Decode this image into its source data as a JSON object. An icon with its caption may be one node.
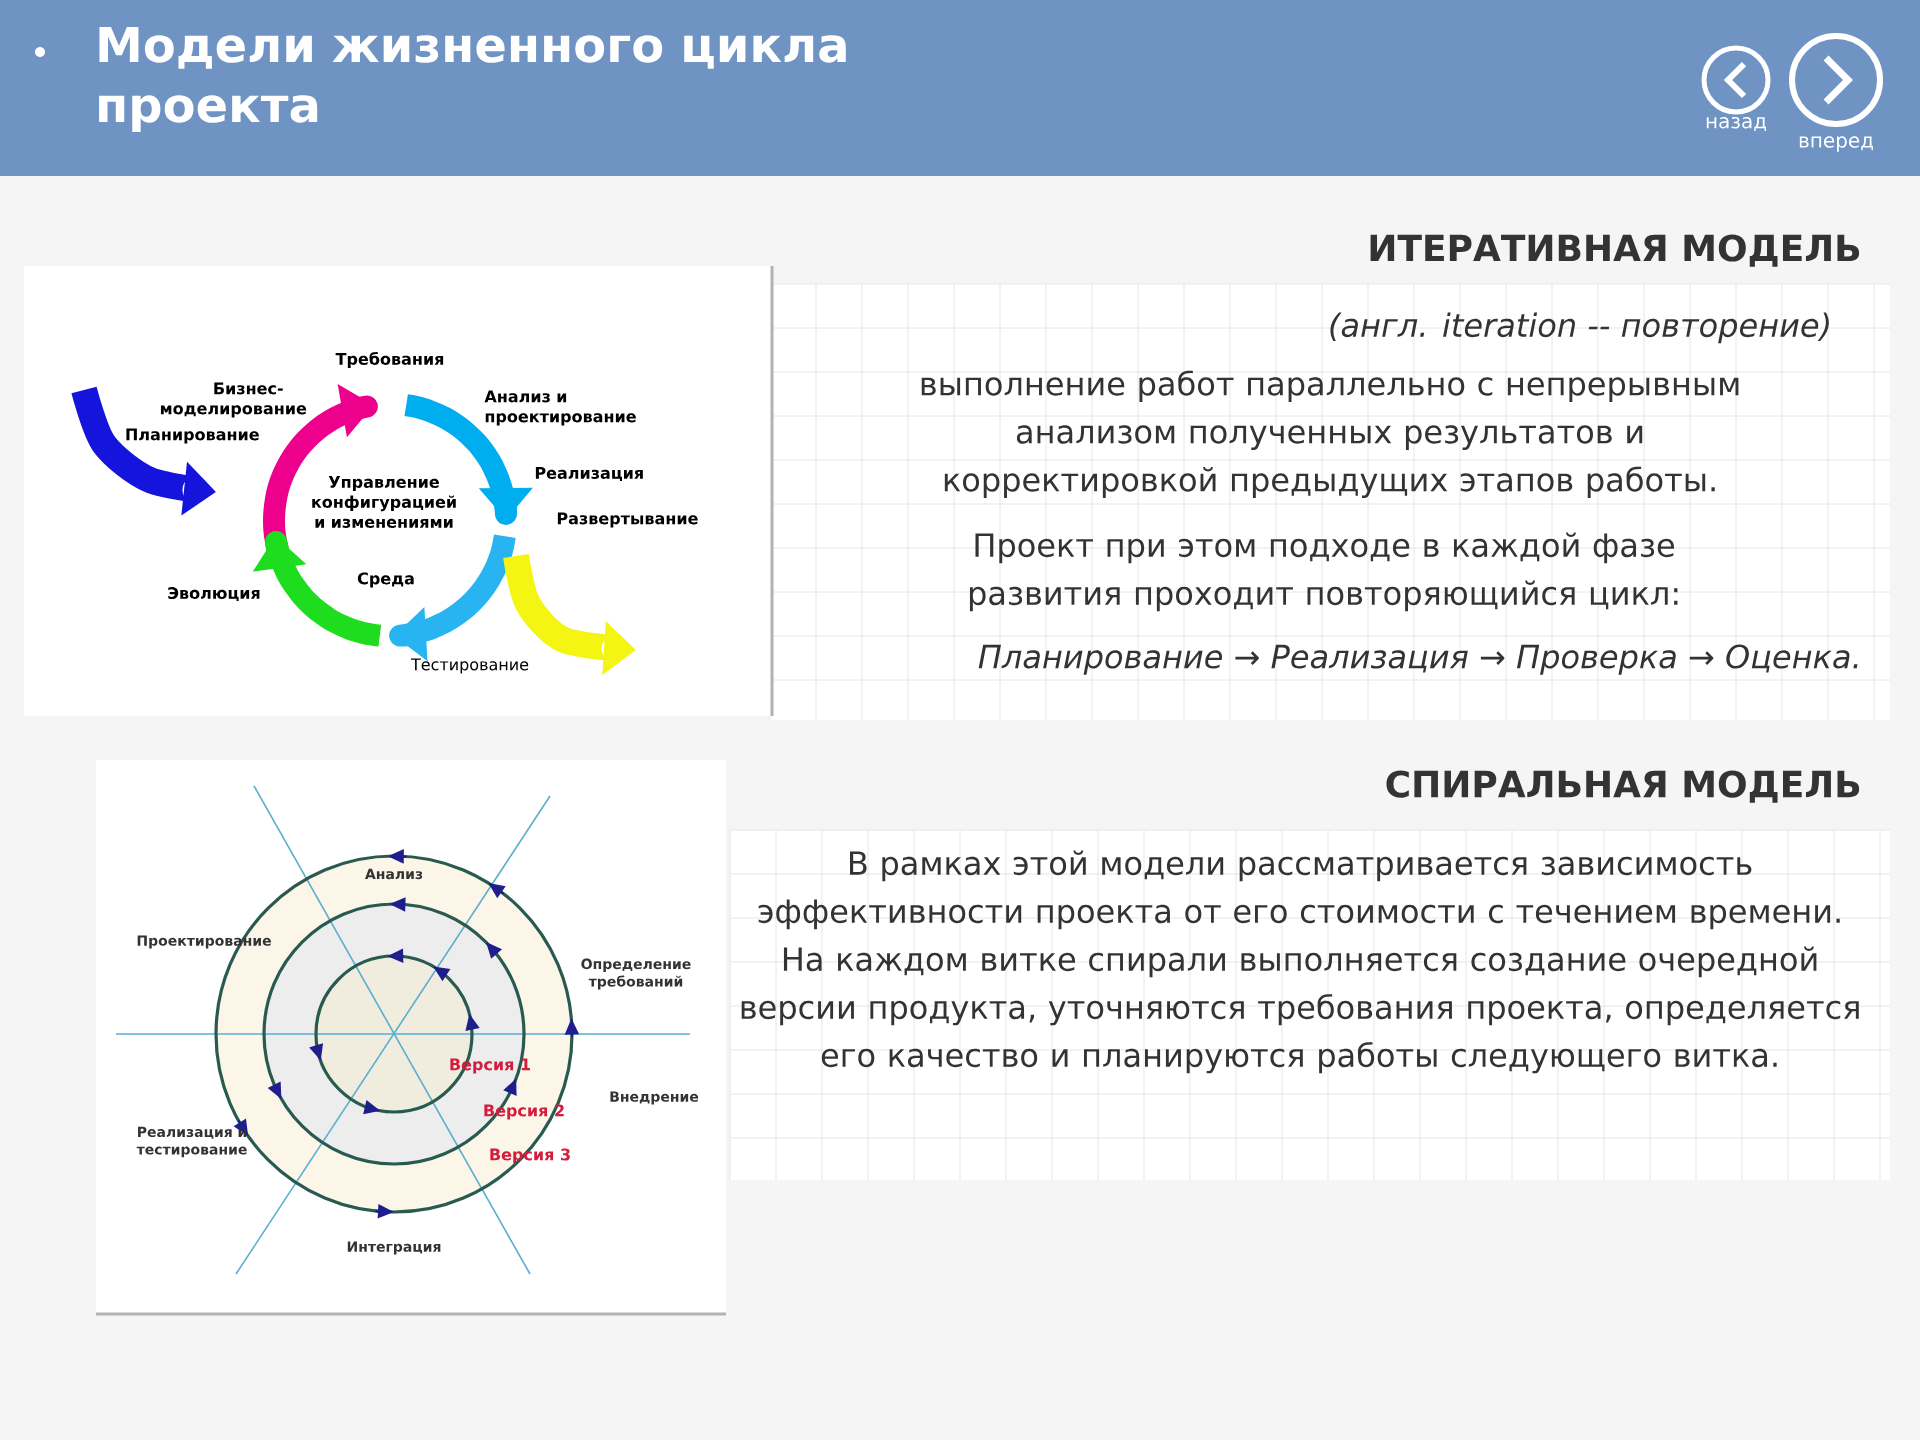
{
  "diagram": {
    "title": "Модели жизненного цикла проекта",
    "labels": [
      "назад",
      "вперед",
      "ИТЕРАТИВНАЯ МОДЕЛЬ",
      "(англ. iteration -- повторение)",
      "выполнение работ параллельно с непрерывным анализом полученных результатов и корректировкой предыдущих этапов работы.",
      "Проект при этом подходе в каждой фазе развития проходит повторяющийся цикл:",
      "Планирование → Реализация → Проверка → Оценка.",
      "Требования",
      "Бизнес-моделирование",
      "Планирование",
      "Анализ и проектирование",
      "Реализация",
      "Развертывание",
      "Управление конфигурацией и изменениями",
      "Среда",
      "Эволюция",
      "Тестирование",
      "СПИРАЛЬНАЯ МОДЕЛЬ",
      "В рамках этой модели рассматривается зависимость эффективности проекта от его стоимости с течением времени. На каждом витке спирали выполняется создание очередной версии продукта, уточняются требования проекта, определяется его качество и планируются работы следующего витка.",
      "Анализ",
      "Проектирование",
      "Определение требований",
      "Версия 1",
      "Внедрение",
      "Версия 2",
      "Реализация и тестирование",
      "Версия 3",
      "Интеграция"
    ]
  }
}
